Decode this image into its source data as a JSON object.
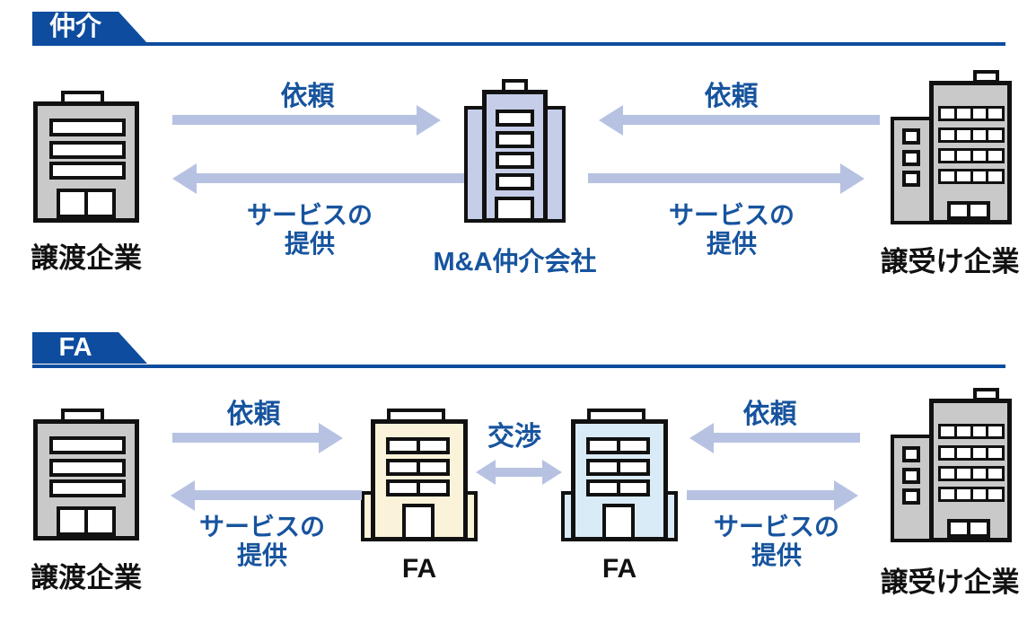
{
  "colors": {
    "accent_blue": "#0d4c9e",
    "text_blue": "#17549e",
    "arrow": "#b7c2e2",
    "building_gray": "#c9c9c9",
    "building_periwinkle": "#c5cde8",
    "building_cream": "#faf3d9",
    "building_lightblue": "#d9ebf7"
  },
  "sections": {
    "chukai": {
      "header_label": "仲介",
      "left_company_label": "譲渡企業",
      "center_company_label": "M&A仲介会社",
      "right_company_label": "譲受け企業",
      "left_request_label": "依頼",
      "left_service_line1": "サービスの",
      "left_service_line2": "提供",
      "right_request_label": "依頼",
      "right_service_line1": "サービスの",
      "right_service_line2": "提供"
    },
    "fa": {
      "header_label": "FA",
      "left_company_label": "譲渡企業",
      "left_fa_label": "FA",
      "right_fa_label": "FA",
      "right_company_label": "譲受け企業",
      "left_request_label": "依頼",
      "left_service_line1": "サービスの",
      "left_service_line2": "提供",
      "negotiation_label": "交渉",
      "right_request_label": "依頼",
      "right_service_line1": "サービスの",
      "right_service_line2": "提供"
    }
  }
}
